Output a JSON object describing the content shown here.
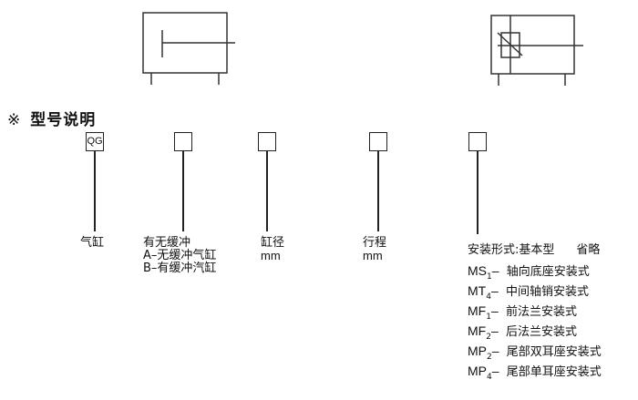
{
  "title": {
    "mark": "※",
    "text": "型号说明"
  },
  "diagrams": [
    {
      "name": "cylinder-no-cushion-symbol"
    },
    {
      "name": "cylinder-with-cushion-symbol"
    }
  ],
  "code_boxes": [
    {
      "text": "QG",
      "label_lines": [
        "气缸"
      ]
    },
    {
      "text": "",
      "label_lines": [
        "有无缓冲",
        "A–无缓冲气缸",
        "B–有缓冲汽缸"
      ]
    },
    {
      "text": "",
      "label_lines": [
        "缸径",
        "mm"
      ]
    },
    {
      "text": "",
      "label_lines": [
        "行程",
        "mm"
      ]
    },
    {
      "text": "",
      "label_lines": []
    }
  ],
  "mounting": {
    "header": "安装形式:基本型",
    "header_suffix": "省略",
    "options": [
      {
        "code": "MS",
        "sub": "1",
        "dash": "–",
        "desc": "轴向底座安装式"
      },
      {
        "code": "MT",
        "sub": "4",
        "dash": "–",
        "desc": "中间轴销安装式"
      },
      {
        "code": "MF",
        "sub": "1",
        "dash": "–",
        "desc": "前法兰安装式"
      },
      {
        "code": "MF",
        "sub": "2",
        "dash": "–",
        "desc": "后法兰安装式"
      },
      {
        "code": "MP",
        "sub": "2",
        "dash": "–",
        "desc": "尾部双耳座安装式"
      },
      {
        "code": "MP",
        "sub": "4",
        "dash": "–",
        "desc": "尾部单耳座安装式"
      }
    ]
  }
}
